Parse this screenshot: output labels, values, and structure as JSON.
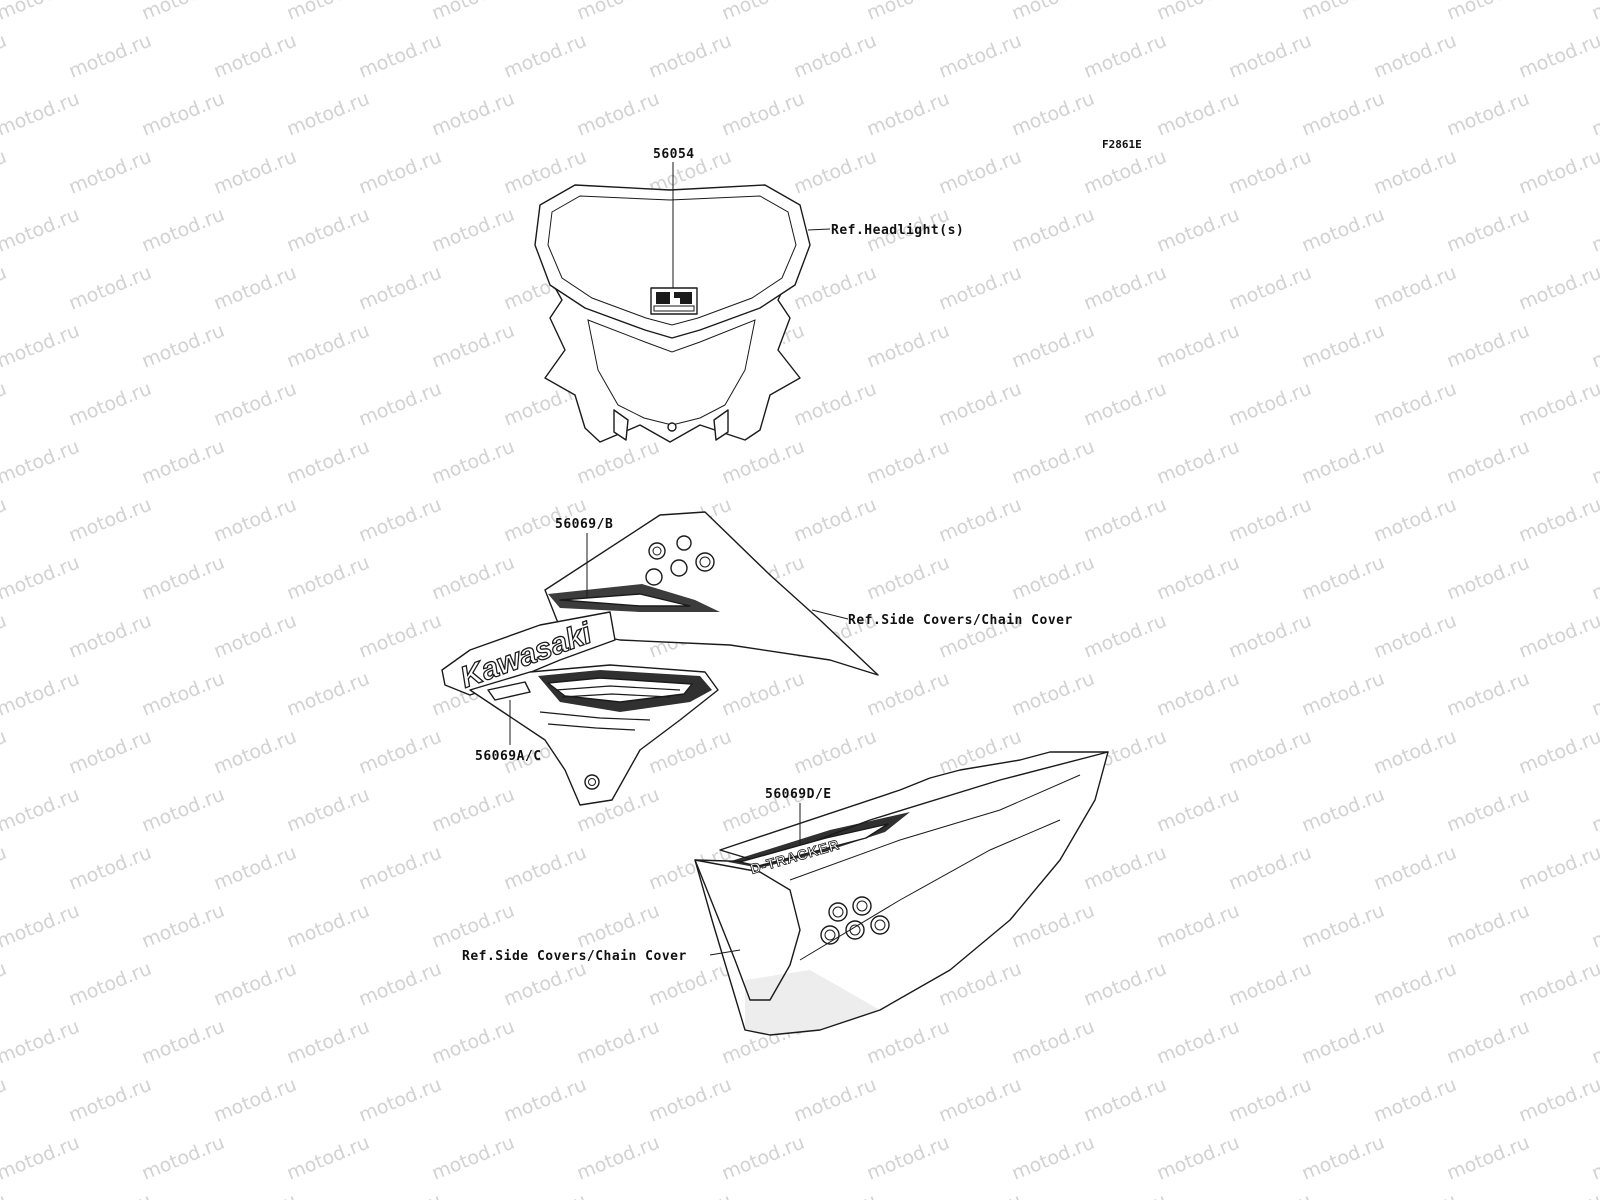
{
  "diagram_code": "F2861E",
  "watermark_text": "motod.ru",
  "callouts": {
    "part_56054": "56054",
    "ref_headlight": "Ref.Headlight(s)",
    "part_56069_b": "56069/B",
    "ref_side_covers_top": "Ref.Side Covers/Chain Cover",
    "part_56069_a_c": "56069A/C",
    "part_56069_d_e": "56069D/E",
    "ref_side_covers_bottom": "Ref.Side Covers/Chain Cover"
  },
  "decals": {
    "shroud_brand": "Kawasaki",
    "side_cover_model": "D-TRACKER"
  },
  "colors": {
    "line": "#1a1a1a",
    "watermark": "#d2d2d2",
    "background": "#ffffff"
  }
}
